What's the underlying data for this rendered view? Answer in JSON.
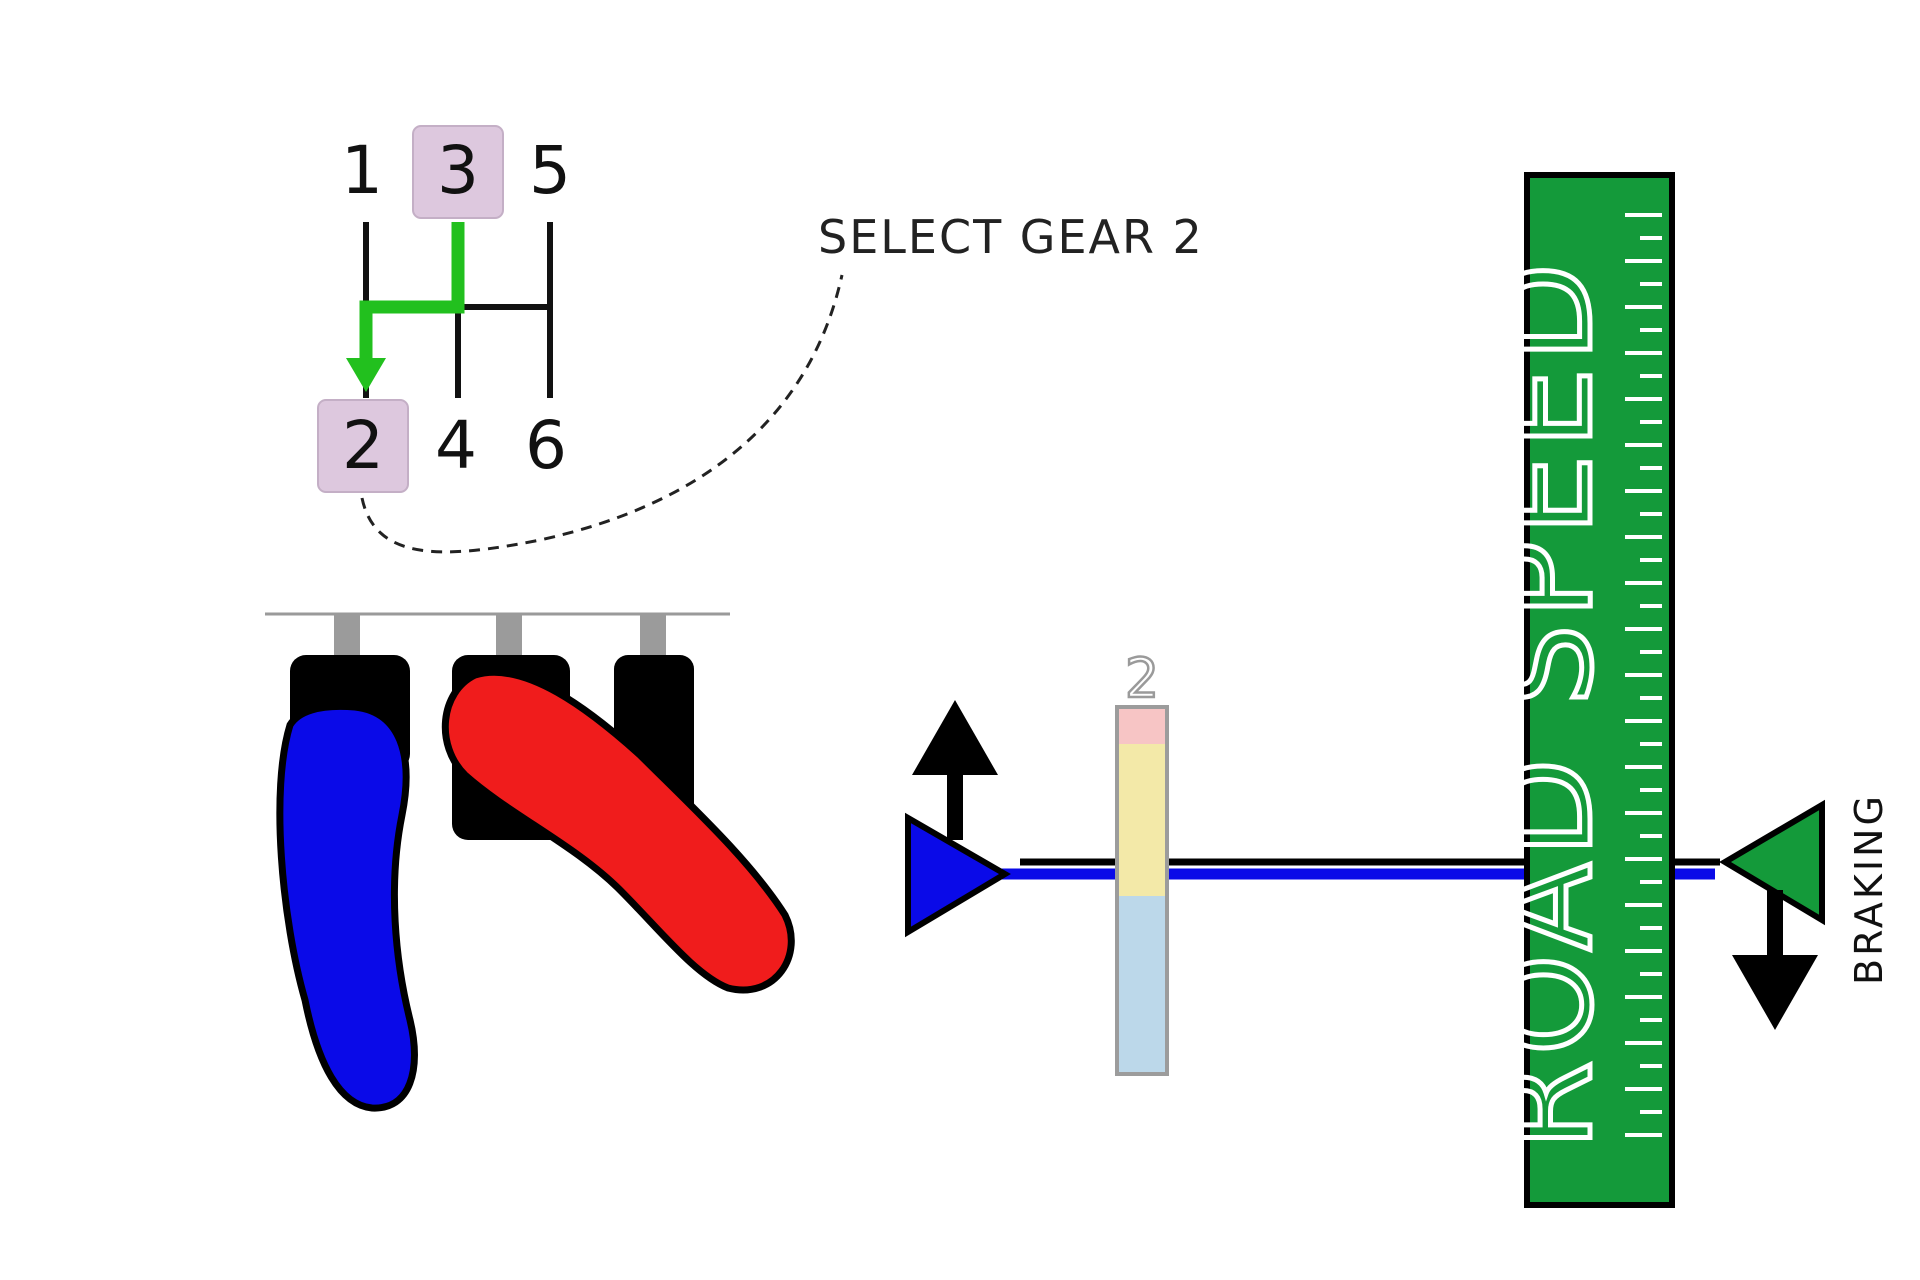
{
  "gearbox": {
    "gears": [
      "1",
      "3",
      "5",
      "2",
      "4",
      "6"
    ],
    "selected_from": "3",
    "selected_to": "2",
    "highlight_color": "#ddc8de",
    "path_color": "#22c01e"
  },
  "callout": {
    "text": "SELECT GEAR 2"
  },
  "pedals": {
    "clutch_color": "#0a0ae8",
    "brake_color": "#f01c1c"
  },
  "gauge": {
    "label": "2"
  },
  "road_speed": {
    "label": "ROAD SPEED",
    "color": "#149a3a"
  },
  "braking": {
    "label": "BRAKING",
    "marker_color": "#149a3a"
  },
  "throttle_marker_color": "#0a0ae8"
}
